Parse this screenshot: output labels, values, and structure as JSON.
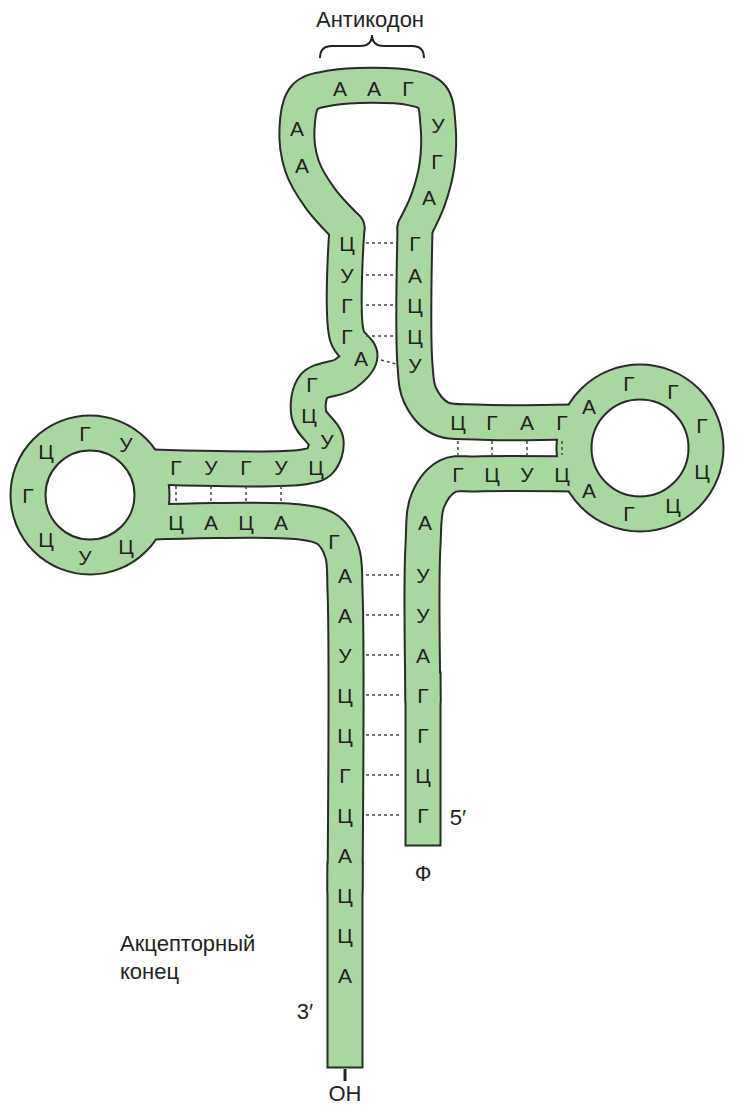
{
  "diagram": {
    "labels": [
      "Антикодон",
      "Г",
      "Ц",
      "Г",
      "Г",
      "А",
      "У",
      "У",
      "А",
      "Г",
      "Ц",
      "У",
      "Ц",
      "А",
      "Г",
      "Ц",
      "Ц",
      "Г",
      "Г",
      "Г",
      "А",
      "Г",
      "А",
      "Г",
      "Ц",
      "У",
      "Ц",
      "Ц",
      "А",
      "Г",
      "А",
      "Г",
      "У",
      "Г",
      "А",
      "А",
      "А",
      "А",
      "Ц",
      "У",
      "Г",
      "Г",
      "А",
      "Г",
      "Ц",
      "У",
      "Ц",
      "У",
      "Г",
      "У",
      "Г",
      "У",
      "Г",
      "Ц",
      "Г",
      "Ц",
      "У",
      "Ц",
      "Ц",
      "А",
      "Ц",
      "А",
      "Г",
      "А",
      "А",
      "У",
      "Ц",
      "Ц",
      "Г",
      "Ц",
      "А",
      "Ц",
      "Ц",
      "А",
      "5′",
      "Ф",
      "Акцепторный конец",
      "3′",
      "OH"
    ]
  }
}
